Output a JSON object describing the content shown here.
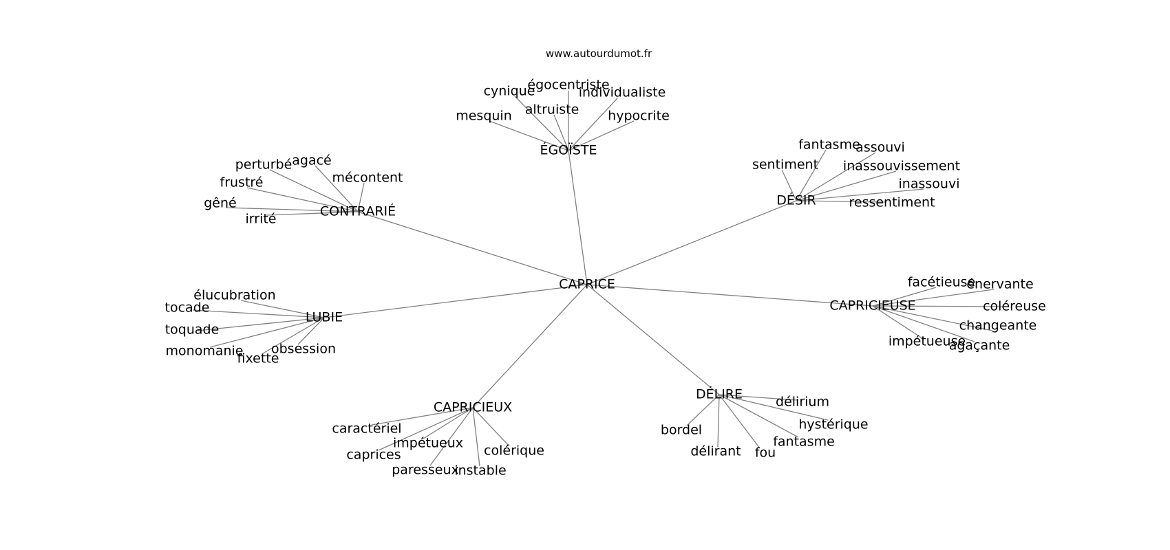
{
  "source": "www.autourdumot.fr",
  "center": "CAPRICE",
  "groups": [
    {
      "hub": "ÉGOÏSTE",
      "leaves": [
        "égocentriste",
        "cynique",
        "individualiste",
        "altruiste",
        "mesquin",
        "hypocrite"
      ]
    },
    {
      "hub": "CONTRARIÉ",
      "leaves": [
        "perturbé",
        "agacé",
        "mécontent",
        "frustré",
        "gêné",
        "irrité"
      ]
    },
    {
      "hub": "DÉSIR",
      "leaves": [
        "fantasme",
        "assouvi",
        "sentiment",
        "inassouvissement",
        "inassouvi",
        "ressentiment"
      ]
    },
    {
      "hub": "CAPRICIEUSE",
      "leaves": [
        "facétieuse",
        "énervante",
        "coléreuse",
        "changeante",
        "impétueuse",
        "agaçante"
      ]
    },
    {
      "hub": "LUBIE",
      "leaves": [
        "élucubration",
        "tocade",
        "toquade",
        "monomanie",
        "obsession",
        "fixette"
      ]
    },
    {
      "hub": "DÉLIRE",
      "leaves": [
        "délirium",
        "hystérique",
        "bordel",
        "fantasme",
        "délirant",
        "fou"
      ]
    },
    {
      "hub": "CAPRICIEUX",
      "leaves": [
        "caractériel",
        "impétueux",
        "caprices",
        "colérique",
        "paresseux",
        "instable"
      ]
    }
  ]
}
